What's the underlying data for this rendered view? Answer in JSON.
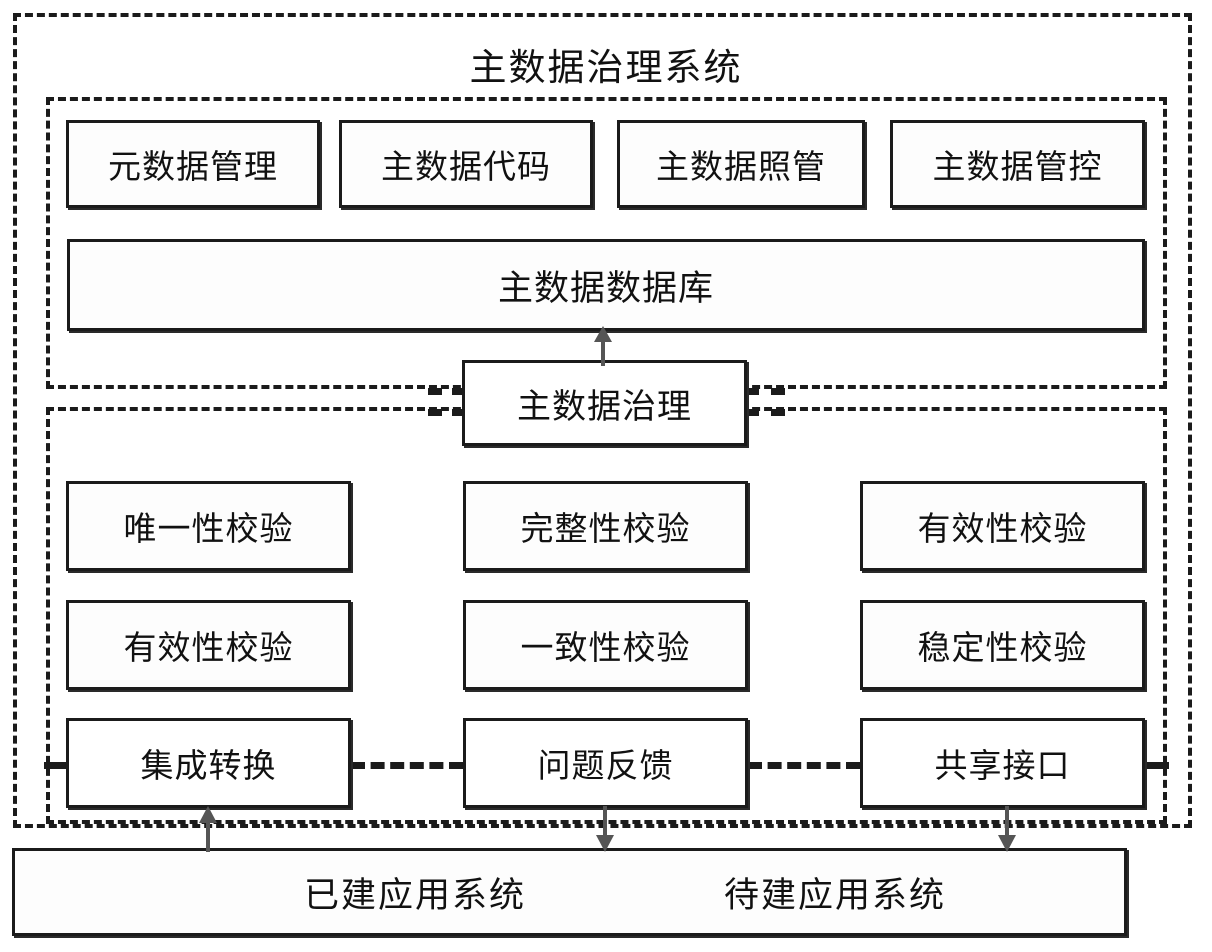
{
  "diagram": {
    "title": "主数据治理系统",
    "outer_container_name": "主数据治理系统",
    "modules": [
      {
        "label": "元数据管理"
      },
      {
        "label": "主数据代码"
      },
      {
        "label": "主数据照管"
      },
      {
        "label": "主数据管控"
      }
    ],
    "database_bar": {
      "label": "主数据数据库"
    },
    "governance_box": {
      "label": "主数据治理"
    },
    "validation_grid": {
      "columns": 3,
      "rows": [
        [
          "唯一性校验",
          "完整性校验",
          "有效性校验"
        ],
        [
          "有效性校验",
          "一致性校验",
          "稳定性校验"
        ],
        [
          "集成转换",
          "问题反馈",
          "共享接口"
        ]
      ]
    },
    "application_bar": {
      "labels": [
        "已建应用系统",
        "待建应用系统"
      ]
    },
    "connectors": [
      {
        "name": "governance-to-database",
        "direction": "up"
      },
      {
        "name": "built-system-to-integration",
        "direction": "up"
      },
      {
        "name": "feedback-to-application",
        "direction": "down"
      },
      {
        "name": "shared-interface-to-application",
        "direction": "down"
      }
    ],
    "colors": {
      "line": "#1b1b1b",
      "fill": "#fdfdfd",
      "background": "#ffffff",
      "arrow": "#555555"
    }
  }
}
